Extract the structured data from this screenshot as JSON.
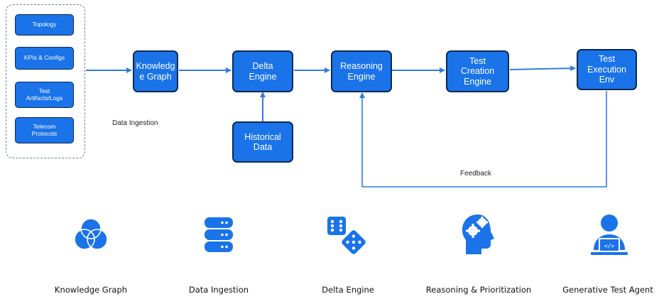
{
  "diagram": {
    "sources": [
      "Topology",
      "KPIs & Configs",
      "Test\nArtifacts/Logs",
      "Telecom\nProtocols"
    ],
    "nodes": {
      "knowledge_graph": "Knowledg\ne Graph",
      "delta_engine": "Delta\nEngine",
      "historical_data": "Historical\nData",
      "reasoning_engine": "Reasoning\nEngine",
      "test_creation_engine": "Test\nCreation\nEngine",
      "test_execution_env": "Test\nExecution\nEnv"
    },
    "labels": {
      "data_ingestion": "Data Ingestion",
      "feedback": "Feedback"
    }
  },
  "icons": [
    {
      "name": "venn-icon",
      "caption": "Knowledge Graph"
    },
    {
      "name": "database-icon",
      "caption": "Data Ingestion"
    },
    {
      "name": "dice-icon",
      "caption": "Delta Engine"
    },
    {
      "name": "head-gears-icon",
      "caption": "Reasoning & Prioritization"
    },
    {
      "name": "person-laptop-icon",
      "caption": "Generative Test Agent"
    }
  ],
  "colors": {
    "node_fill": "#1a73e8",
    "node_border": "#0b2a52",
    "arrow": "#2f7de1"
  }
}
